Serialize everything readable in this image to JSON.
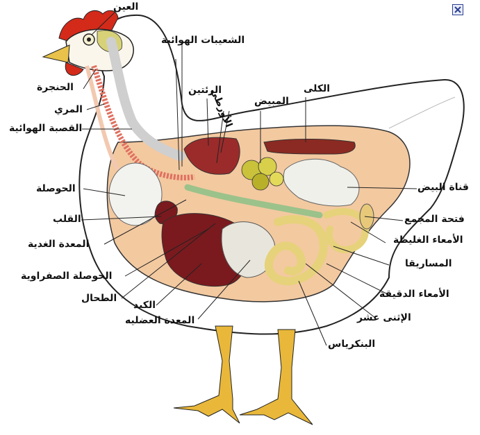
{
  "labels": {
    "eye": "العين",
    "air_capillaries": "الشعيبات الهوائية",
    "lungs": "الرئتين",
    "aorta": "الأورطي",
    "ovary": "المبيض",
    "kidneys": "الكلى",
    "larynx": "الحنجرة",
    "esophagus": "المري",
    "trachea": "القصبة الهوائية",
    "crop": "الحوصلة",
    "heart": "القلب",
    "proventriculus": "المعدة الغدية",
    "gall_bladder": "الحوصلة الصفراوية",
    "spleen": "الطحال",
    "liver": "الكبد",
    "gizzard": "المعدة العضليه",
    "oviduct": "قناة البيض",
    "cloaca": "فتحة المجمع",
    "large_intestine": "الأمعاء الغليظة",
    "mesentery": "المساريقا",
    "small_intestine": "الأمعاء الدقيقة",
    "duodenum": "الإثنى عشر",
    "pancreas": "البنكرياس"
  },
  "close_icon": "close-icon",
  "colors": {
    "liver": "#7a1a1e",
    "kidney": "#8b2a22",
    "intestine": "#e6d27a",
    "crop": "#f2f2ee",
    "comb": "#d42a1a",
    "beak": "#e8c24a",
    "legs": "#e9b83a",
    "outline": "#222222"
  }
}
